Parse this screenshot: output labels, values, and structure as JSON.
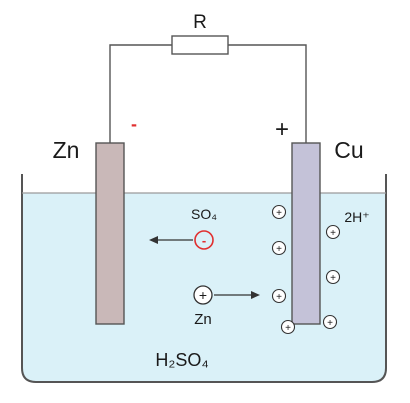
{
  "resistor_label": "R",
  "anode": {
    "label": "Zn",
    "sign": "-"
  },
  "cathode": {
    "label": "Cu",
    "sign": "+"
  },
  "ions": {
    "sulfate": {
      "label": "SO₄",
      "charge": "-"
    },
    "zinc": {
      "label": "Zn",
      "charge": "+"
    },
    "hydrogen": {
      "label": "2H⁺",
      "charge": "+"
    }
  },
  "electrolyte_label": "H₂SO₄",
  "colors": {
    "solution": "#daf1f8",
    "zinc_plate": "#c9b8b8",
    "copper_plate": "#c4c2d8",
    "negative_sign": "#e03030",
    "sulfate_ring": "#e03030",
    "wire": "#555555"
  }
}
